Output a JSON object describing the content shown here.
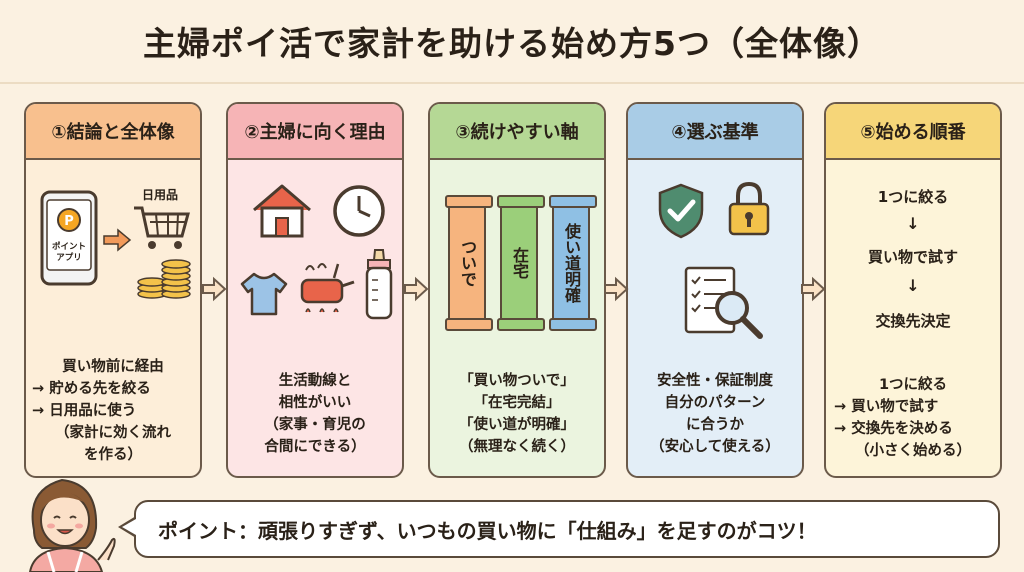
{
  "title": "主婦ポイ活で家計を助ける始め方5つ（全体像）",
  "cards": [
    {
      "heading": "①結論と全体像",
      "phone_text": [
        "ポイント",
        "アプリ"
      ],
      "cart_label": "日用品",
      "lines": [
        "買い物前に経由",
        "→ 貯める先を絞る",
        "→ 日用品に使う",
        "（家計に効く流れ",
        "を作る）"
      ]
    },
    {
      "heading": "②主婦に向く理由",
      "lines": [
        "生活動線と",
        "相性がいい",
        "（家事・育児の",
        "合間にできる）"
      ]
    },
    {
      "heading": "③続けやすい軸",
      "pillars": [
        "ついで",
        "在宅",
        "使い道明確"
      ],
      "lines": [
        "「買い物ついで」",
        "「在宅完結」",
        "「使い道が明確」",
        "（無理なく続く）"
      ]
    },
    {
      "heading": "④選ぶ基準",
      "lines": [
        "安全性・保証制度",
        "自分のパターン",
        "に合うか",
        "（安心して使える）"
      ]
    },
    {
      "heading": "⑤始める順番",
      "steps": [
        "1つに絞る",
        "買い物で試す",
        "交換先決定"
      ],
      "down_arrow": "↓",
      "lines": [
        "1つに絞る",
        "→ 買い物で試す",
        "→ 交換先を決める",
        "（小さく始める）"
      ]
    }
  ],
  "callout": "ポイント：頑張りすぎず、いつもの買い物に「仕組み」を足すのがコツ！",
  "colors": {
    "background": "#fbf1e1",
    "card1": "#f8c08e",
    "card2": "#f6b4b6",
    "card3": "#b5d895",
    "card4": "#a9cce6",
    "card5": "#f6d679"
  }
}
